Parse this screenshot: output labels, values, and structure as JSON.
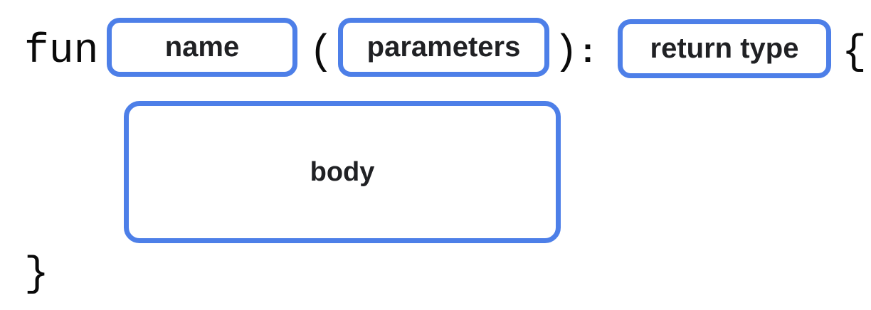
{
  "colors": {
    "box_border": "#4D7FE8",
    "label_text": "#202124",
    "code_text": "#0A0A0A",
    "background": "#FFFFFF"
  },
  "syntax": {
    "keyword": "fun",
    "open_paren": "(",
    "close_paren": ")",
    "colon": ":",
    "open_brace": "{",
    "close_brace": "}",
    "placeholders": {
      "name": "name",
      "parameters": "parameters",
      "return_type": "return type",
      "body": "body"
    }
  }
}
